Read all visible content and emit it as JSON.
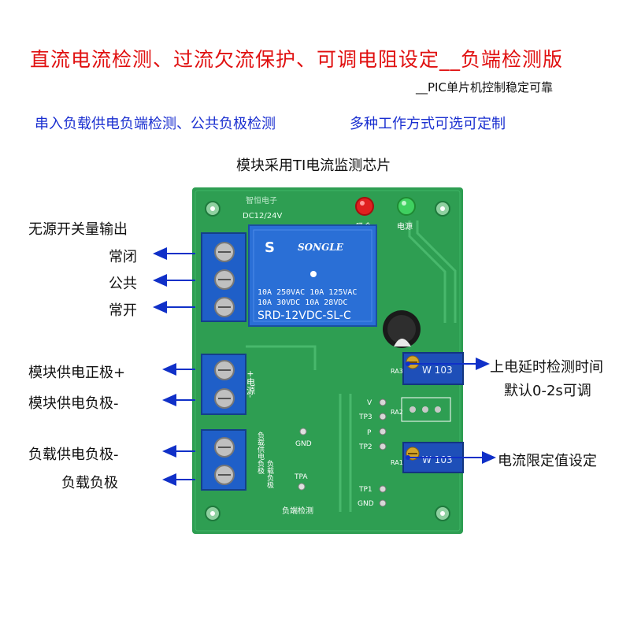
{
  "header": {
    "title": "直流电流检测、过流欠流保护、可调电阻设定__负端检测版",
    "subtitle": "__PIC单片机控制稳定可靠",
    "features_left": "串入负载供电负端检测、公共负极检测",
    "features_right": "多种工作方式可选可定制",
    "chip_note": "模块采用TI电流监测芯片"
  },
  "labels": {
    "passive_output": "无源开关量输出",
    "nc": "常闭",
    "com": "公共",
    "no": "常开",
    "supply_pos": "模块供电正极+",
    "supply_neg": "模块供电负极-",
    "load_supply_neg": "负载供电负极-",
    "load_neg": "负载负极",
    "power_on_delay": "上电延时检测时间",
    "default_delay": "默认0-2s可调",
    "current_limit": "电流限定值设定"
  },
  "board": {
    "brand": "智恒电子",
    "voltage": "DC12/24V",
    "led_pull": "吸合",
    "led_power": "电源",
    "relay_brand": "SONGLE",
    "relay_specs1": "10A 250VAC  10A 125VAC",
    "relay_specs2": "10A  30VDC  10A  28VDC",
    "relay_model": "SRD-12VDC-SL-C",
    "power_mark": "+电源-",
    "load_mark1": "负载供电负极",
    "load_mark2": "负载负极",
    "gnd": "GND",
    "tpa": "TPA",
    "neg_detect": "负端检测",
    "pins": [
      "V",
      "TP3",
      "P",
      "TP2",
      "TP1",
      "GND"
    ],
    "pot_code": "W 103",
    "ra3": "RA3",
    "ra2": "RA2",
    "ra1": "RA1"
  },
  "colors": {
    "pcb": "#2e9e52",
    "title_red": "#e01010",
    "feature_blue": "#1a2fd0",
    "arrow_blue": "#1030c8",
    "terminal_blue": "#1f5fc8",
    "relay_blue": "#2a6fd6",
    "pot_blue": "#1e4fb8"
  }
}
